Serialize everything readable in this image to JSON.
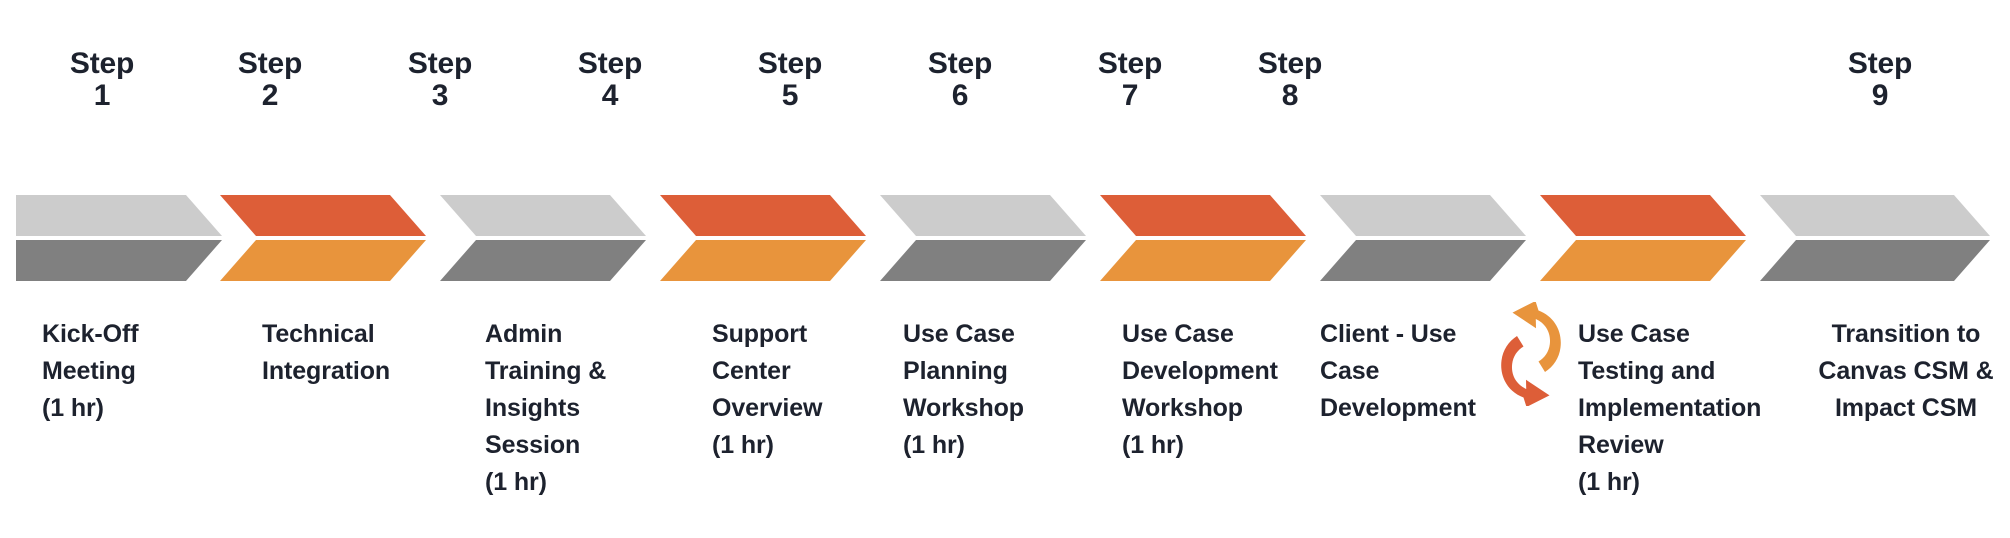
{
  "diagram": {
    "title": "Customer Onboarding Process Chevron Timeline",
    "type": "chevron-process-timeline",
    "background_color": "#FFFFFF",
    "text_color": "#1D222E",
    "step_count": 9,
    "palette": {
      "gray_top": "#CCCCCC",
      "gray_bottom": "#808080",
      "orange_top": "#DD5E38",
      "orange_bottom": "#E8943C",
      "icon_top_arrow": "#E8943C",
      "icon_bottom_arrow": "#DD5E38"
    },
    "header_word": "Step",
    "steps": [
      {
        "number": "1",
        "header_word": "Step",
        "color_theme": "gray",
        "top_color": "#CCCCCC",
        "bottom_color": "#808080",
        "label": "Kick-Off\nMeeting\n(1 hr)",
        "duration": "1 hr"
      },
      {
        "number": "2",
        "header_word": "Step",
        "color_theme": "orange",
        "top_color": "#DD5E38",
        "bottom_color": "#E8943C",
        "label": "Technical\nIntegration",
        "duration": ""
      },
      {
        "number": "3",
        "header_word": "Step",
        "color_theme": "gray",
        "top_color": "#CCCCCC",
        "bottom_color": "#808080",
        "label": "Admin\nTraining &\nInsights\nSession\n(1 hr)",
        "duration": "1 hr"
      },
      {
        "number": "4",
        "header_word": "Step",
        "color_theme": "orange",
        "top_color": "#DD5E38",
        "bottom_color": "#E8943C",
        "label": "Support\nCenter\nOverview\n(1 hr)",
        "duration": "1 hr"
      },
      {
        "number": "5",
        "header_word": "Step",
        "color_theme": "gray",
        "top_color": "#CCCCCC",
        "bottom_color": "#808080",
        "label": "Use Case\nPlanning\nWorkshop\n(1 hr)",
        "duration": "1 hr"
      },
      {
        "number": "6",
        "header_word": "Step",
        "color_theme": "orange",
        "top_color": "#DD5E38",
        "bottom_color": "#E8943C",
        "label": "Use Case\nDevelopment\nWorkshop\n(1 hr)",
        "duration": "1 hr"
      },
      {
        "number": "7",
        "header_word": "Step",
        "color_theme": "gray",
        "top_color": "#CCCCCC",
        "bottom_color": "#808080",
        "label": "Client - Use\nCase\nDevelopment",
        "duration": ""
      },
      {
        "number": "8",
        "header_word": "Step",
        "color_theme": "orange",
        "top_color": "#DD5E38",
        "bottom_color": "#E8943C",
        "label": "Use Case\nTesting and\nImplementation\nReview\n(1 hr)",
        "duration": "1 hr"
      },
      {
        "number": "9",
        "header_word": "Step",
        "color_theme": "gray",
        "top_color": "#CCCCCC",
        "bottom_color": "#808080",
        "label": "Transition to\nCanvas CSM &\nImpact CSM",
        "duration": ""
      }
    ],
    "icons": [
      {
        "name": "cycle-arrows-icon",
        "meaning": "iterative loop between Step 7 and Step 8",
        "between_steps": "7-8"
      }
    ]
  }
}
